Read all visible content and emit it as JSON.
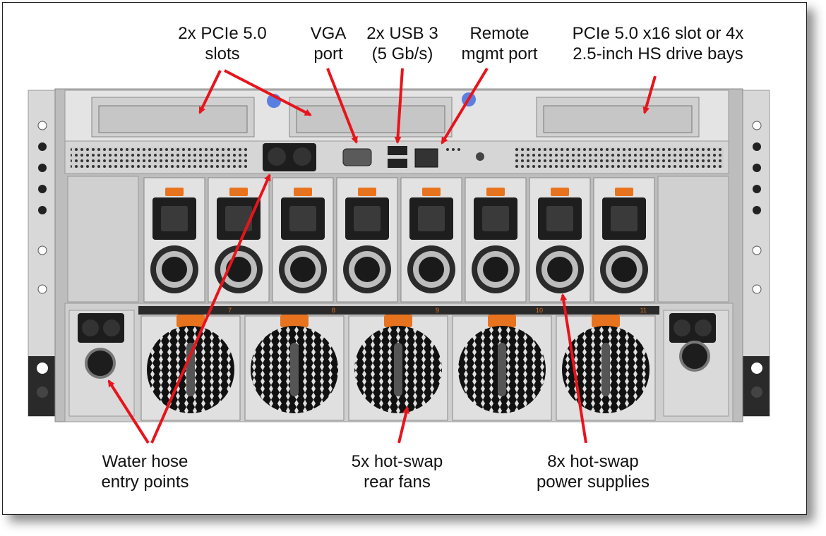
{
  "labels": {
    "pcie_slots": [
      "2x PCIe 5.0",
      "slots"
    ],
    "vga_port": [
      "VGA",
      "port"
    ],
    "usb": [
      "2x USB 3",
      "(5 Gb/s)"
    ],
    "remote_mgmt": [
      "Remote",
      "mgmt port"
    ],
    "pcie_x16": [
      "PCIe 5.0 x16 slot or 4x",
      "2.5-inch HS drive bays"
    ],
    "water_hose": [
      "Water hose",
      "entry points"
    ],
    "rear_fans": [
      "5x hot-swap",
      "rear fans"
    ],
    "power_supplies": [
      "8x hot-swap",
      "power supplies"
    ]
  },
  "fan_bay_numbers": [
    "7",
    "8",
    "9",
    "10",
    "11"
  ],
  "colors": {
    "arrow": "#e8141b",
    "latch": "#e8731e",
    "chassis_light": "#d9d9d9",
    "chassis_dark": "#1e1e1e",
    "blue_screw": "#5b7fe0"
  }
}
